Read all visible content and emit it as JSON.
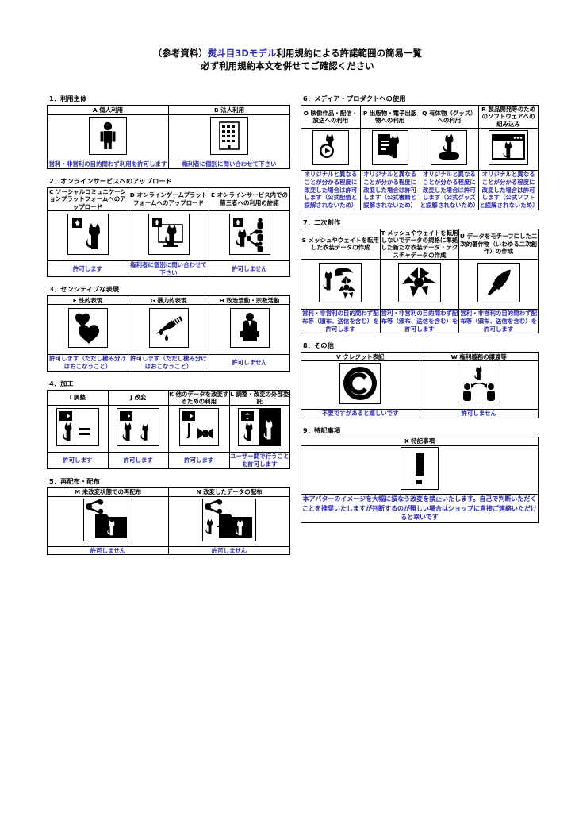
{
  "title": {
    "line1_prefix": "（参考資料）",
    "line1_accent": "熨斗目3Dモデル",
    "line1_suffix": "利用規約による許諾範囲の簡易一覧",
    "line2": "必ず利用規約本文を併せてご確認ください"
  },
  "colors": {
    "note_blue": "#2a2ab0",
    "text_black": "#000000",
    "border": "#000000",
    "background": "#ffffff"
  },
  "sections": [
    {
      "id": "s1",
      "heading": "1．利用主体",
      "columns": [
        {
          "code": "A",
          "label": "A 個人利用",
          "icon": "person-icon",
          "note": "営利・非営利の目的問わず利用を許可します"
        },
        {
          "code": "B",
          "label": "B 法人利用",
          "icon": "building-icon",
          "note": "権利者に個別に問い合わせて下さい"
        }
      ]
    },
    {
      "id": "s2",
      "heading": "2．オンラインサービスへのアップロード",
      "columns": [
        {
          "code": "C",
          "label": "C ソーシャルコミュニケーションプラットフォームへのアップロード",
          "icon": "upload-cat-icon",
          "note": "許可します"
        },
        {
          "code": "D",
          "label": "D オンラインゲームプラットフォームへのアップロード",
          "icon": "upload-monitor-cat-icon",
          "note": "権利者に個別に問い合わせて下さい"
        },
        {
          "code": "E",
          "label": "E オンラインサービス内での第三者への利用の許諾",
          "icon": "upload-share-cat-icon",
          "note": "許可しません"
        }
      ]
    },
    {
      "id": "s3",
      "heading": "3．センシティブな表現",
      "columns": [
        {
          "code": "F",
          "label": "F 性的表現",
          "icon": "hearts-icon",
          "note": "許可します（ただし棲み分けはおこなうこと）"
        },
        {
          "code": "G",
          "label": "G 暴力的表現",
          "icon": "knife-icon",
          "note": "許可します（ただし棲み分けはおこなうこと）"
        },
        {
          "code": "H",
          "label": "H 政治活動・宗教活動",
          "icon": "podium-speaker-icon",
          "note": "許可しません"
        }
      ]
    },
    {
      "id": "s4",
      "heading": "4．加工",
      "columns": [
        {
          "code": "I",
          "label": "I 調整",
          "icon": "arrow-cat-equal-icon",
          "note": "許可します"
        },
        {
          "code": "J",
          "label": "J 改変",
          "icon": "arrow-cat-modified-icon",
          "note": "許可します"
        },
        {
          "code": "K",
          "label": "K 他のデータを改変するための利用",
          "icon": "arrow-tail-ribbon-icon",
          "note": "許可します"
        },
        {
          "code": "L",
          "label": "L 調整・改変の外部委託",
          "icon": "cat-outsourcing-icon",
          "note": "ユーザー間で行うことを許可します"
        }
      ]
    },
    {
      "id": "s5",
      "heading": "5．再配布・配布",
      "columns": [
        {
          "code": "M",
          "label": "M 未改変状態での再配布",
          "icon": "share-folder-cat-icon",
          "note": "許可しません"
        },
        {
          "code": "N",
          "label": "N 改変したデータの配布",
          "icon": "share-folder-modified-cat-icon",
          "note": "許可しません"
        }
      ]
    },
    {
      "id": "s6",
      "heading": "6．メディア・プロダクトへの使用",
      "columns": [
        {
          "code": "O",
          "label": "O 映像作品・配信・放送への利用",
          "icon": "cat-play-button-icon",
          "note": "オリジナルと異なることが分かる程度に改変した場合は許可します（公式配信と誤解されないため）"
        },
        {
          "code": "P",
          "label": "P 出版物・電子出版物への利用",
          "icon": "cat-document-icon",
          "note": "オリジナルと異なることが分かる程度に改変した場合は許可します（公式書籍と誤解されないため）"
        },
        {
          "code": "Q",
          "label": "Q 有体物（グッズ）への利用",
          "icon": "cat-figure-icon",
          "note": "オリジナルと異なることが分かる程度に改変した場合は許可します（公式グッズと誤解されないため）"
        },
        {
          "code": "R",
          "label": "R 製品開発等のためのソフトウェアへの組み込み",
          "icon": "cat-window-icon",
          "note": "オリジナルと異なることが分かる程度に改変した場合は許可します（公式ソフトと誤解されないため）"
        }
      ]
    },
    {
      "id": "s7",
      "heading": "7．二次創作",
      "columns": [
        {
          "code": "S",
          "label": "S メッシュやウェイトを転用した衣装データの作成",
          "icon": "cat-costume-data-icon",
          "note": "営利・非営利の目的問わず配布等（頒布、送信を含む）を許可します"
        },
        {
          "code": "T",
          "label": "T メッシュやウェイトを転用しないでデータの規格に準拠した新たな衣装データ・テクスチャデータの作成",
          "icon": "costume-texture-icon",
          "note": "営利・非営利の目的問わず配布等（頒布、送信を含む）を許可します"
        },
        {
          "code": "U",
          "label": "U データをモチーフにした二次的著作物（いわゆる二次創作）の作成",
          "icon": "brush-icon",
          "note": "営利・非営利の目的問わず配布等（頒布、送信を含む）を許可します"
        }
      ]
    },
    {
      "id": "s8",
      "heading": "8．その他",
      "columns": [
        {
          "code": "V",
          "label": "V クレジット表記",
          "icon": "copyright-icon",
          "note": "不要ですがあると嬉しいです"
        },
        {
          "code": "W",
          "label": "W 権利義務の譲渡等",
          "icon": "transfer-rights-icon",
          "note": "許可しません"
        }
      ]
    },
    {
      "id": "s9",
      "heading": "9．特記事項",
      "columns": [
        {
          "code": "X",
          "label": "X 特記事項",
          "icon": "exclamation-icon",
          "note": "本アバターのイメージを大幅に損なう改変を禁止いたします。自己で判断いただくことを推奨いたしますが判断するのが難しい場合はショップに直接ご連絡いただけると幸いです"
        }
      ]
    }
  ]
}
